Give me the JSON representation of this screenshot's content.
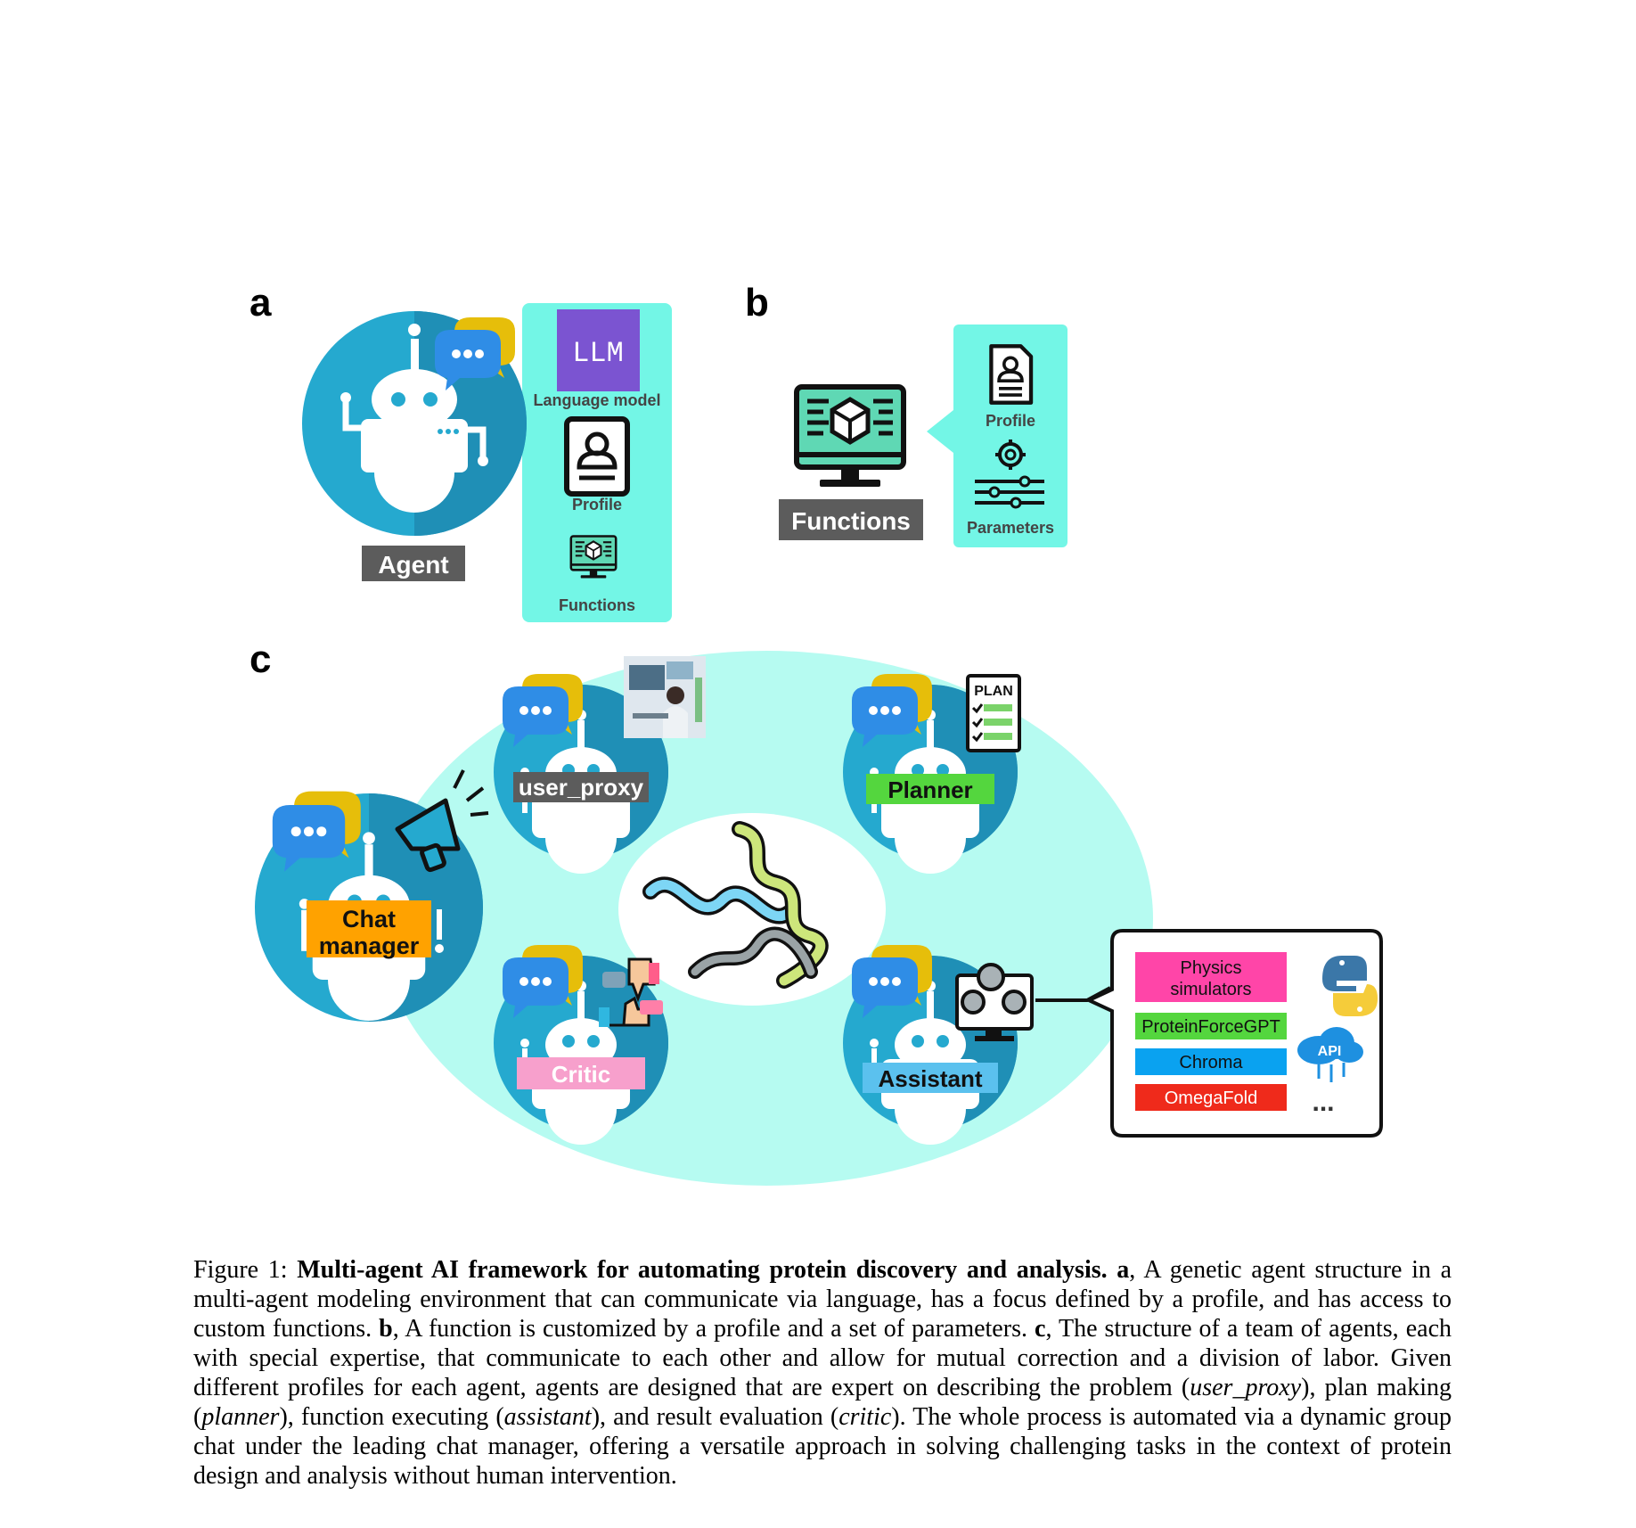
{
  "panels": {
    "a": "a",
    "b": "b",
    "c": "c"
  },
  "panel_a": {
    "agent_label": "Agent",
    "llm_badge": "LLM",
    "language_model_label": "Language model",
    "profile_label": "Profile",
    "functions_label": "Functions"
  },
  "panel_b": {
    "functions_label": "Functions",
    "profile_label": "Profile",
    "parameters_label": "Parameters"
  },
  "panel_c": {
    "user_proxy": "user_proxy",
    "planner": "Planner",
    "chat_manager_line1": "Chat",
    "chat_manager_line2": "manager",
    "critic": "Critic",
    "assistant": "Assistant",
    "plan_sign": "PLAN",
    "api_badge": "API",
    "tools": [
      {
        "line1": "Physics",
        "line2": "simulators",
        "color": "#ff45a8"
      },
      {
        "line1": "ProteinForceGPT",
        "line2": "",
        "color": "#54d63e"
      },
      {
        "line1": "Chroma",
        "line2": "",
        "color": "#0aa2f0"
      },
      {
        "line1": "OmegaFold",
        "line2": "",
        "color": "#ef2a1b"
      }
    ],
    "ellipsis": "..."
  },
  "colors": {
    "robot_circle": "#25a9cf",
    "robot_circle_dark": "#1f8fb6",
    "cyan_panel": "#73f6e6",
    "ellipse_fill": "#b6fbf1",
    "llm_purple": "#7b54d1",
    "label_gray": "#5c5c5c",
    "chat_manager_orange": "#ffa200",
    "planner_green": "#54d63e",
    "critic_pink": "#f7a0cc",
    "assistant_blue": "#5bc1ee",
    "bubble_blue": "#2f8de6",
    "bubble_yellow": "#e6be0a",
    "monitor_teal": "#5fd8b4"
  },
  "caption": {
    "figure_prefix": "Figure 1: ",
    "title": "Multi-agent AI framework for automating protein discovery and analysis.",
    "a_letter": "a",
    "a_text": ", A genetic agent structure in a multi-agent modeling environment that can communicate via language, has a focus defined by a profile, and has access to custom functions. ",
    "b_letter": "b",
    "b_text": ", A function is customized by a profile and a set of parameters. ",
    "c_letter": "c",
    "c_text_1": ", The structure of a team of agents, each with special expertise, that communicate to each other and allow for mutual correction and a division of labor. Given different profiles for each agent, agents are designed that are expert on describing the problem (",
    "user_proxy_term": "user_proxy",
    "c_text_2": "), plan making (",
    "planner_term": "planner",
    "c_text_3": "), function executing (",
    "assistant_term": "assistant",
    "c_text_4": "), and result evaluation (",
    "critic_term": "critic",
    "c_text_5": "). The whole process is automated via a dynamic group chat under the leading chat manager, offering a versatile approach in solving challenging tasks in the context of protein design and analysis without human intervention."
  }
}
